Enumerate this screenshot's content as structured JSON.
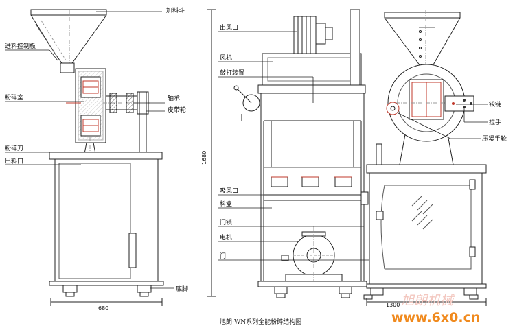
{
  "labels": {
    "hopper": "加料斗",
    "feed_control_plate": "进料控制板",
    "grinding_chamber": "粉碎室",
    "bearing": "轴承",
    "belt_pulley": "皮带轮",
    "grinding_blade": "粉碎刀",
    "discharge_port_left": "出料口",
    "base_foot": "底脚",
    "air_outlet": "出风口",
    "fan": "风机",
    "beater_device": "敲打装置",
    "suction_port": "吸风口",
    "material_tray": "料盒",
    "door_lock": "门锁",
    "motor": "电机",
    "door": "门",
    "hinge": "铰链",
    "handle": "拉手",
    "press_handwheel": "压紧手轮"
  },
  "dimensions": {
    "width_left": "680",
    "height": "1680",
    "width_right": "1300"
  },
  "caption": "旭朗-WN系列全能粉碎结构图",
  "watermark": {
    "brand": "旭朗机械",
    "site": "www.6x0.cn"
  }
}
